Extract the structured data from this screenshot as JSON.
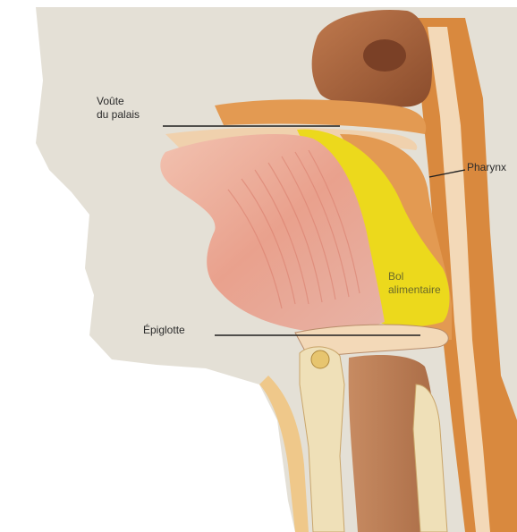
{
  "diagram": {
    "labels": {
      "palate_line1": "Voûte",
      "palate_line2": "du palais",
      "pharynx": "Pharynx",
      "bolus_line1": "Bol",
      "bolus_line2": "alimentaire",
      "epiglottis": "Épiglotte"
    },
    "colors": {
      "background": "#e4e0d6",
      "tongue": "#e7a08d",
      "bolus": "#ecd91c",
      "tissue": "#d9893e",
      "mucosa": "#f3d9b8",
      "airway": "#c98a62"
    }
  }
}
